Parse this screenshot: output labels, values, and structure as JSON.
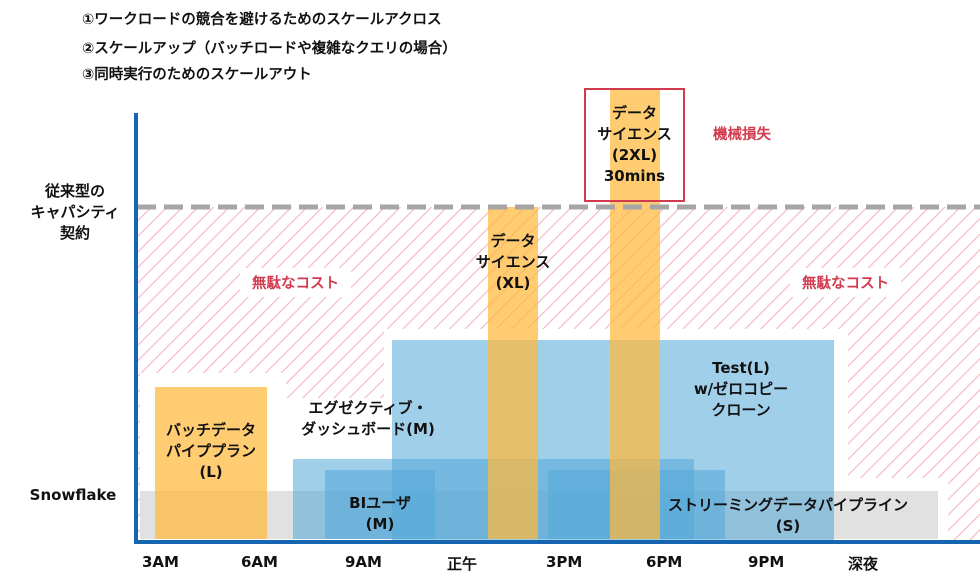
{
  "notes": [
    "①ワークロードの競合を避けるためのスケールアクロス",
    "②スケールアップ（バッチロードや複雑なクエリの場合）",
    "③同時実行のためのスケールアウト"
  ],
  "y_labels": {
    "contract": [
      "従来型の",
      "キャパシティ",
      "契約"
    ],
    "snowflake": "Snowflake"
  },
  "x_ticks": [
    "3AM",
    "6AM",
    "9AM",
    "正午",
    "3PM",
    "6PM",
    "9PM",
    "深夜"
  ],
  "waste_left": "無駄なコスト",
  "waste_right": "無駄なコスト",
  "loss_label": "機械損失",
  "workloads": {
    "batch": [
      "バッチデータ",
      "パイププラン",
      "(L)"
    ],
    "executive": [
      "エグゼクティブ・",
      "ダッシュボード(M)"
    ],
    "bi": [
      "BIユーザ",
      "(M)"
    ],
    "test": [
      "Test(L)",
      "w/ゼロコピー",
      "クローン"
    ],
    "streaming": [
      "ストリーミングデータパイプライン",
      "(S)"
    ],
    "ds_xl": [
      "データ",
      "サイエンス",
      "(XL)"
    ],
    "ds_2xl": [
      "データ",
      "サイエンス",
      "(2XL)",
      "30mins"
    ]
  },
  "colors": {
    "axis": "#1565b0",
    "hatch": "#f2b6c0",
    "dash": "#a6a6a6",
    "loss_border": "#d23a4e"
  }
}
